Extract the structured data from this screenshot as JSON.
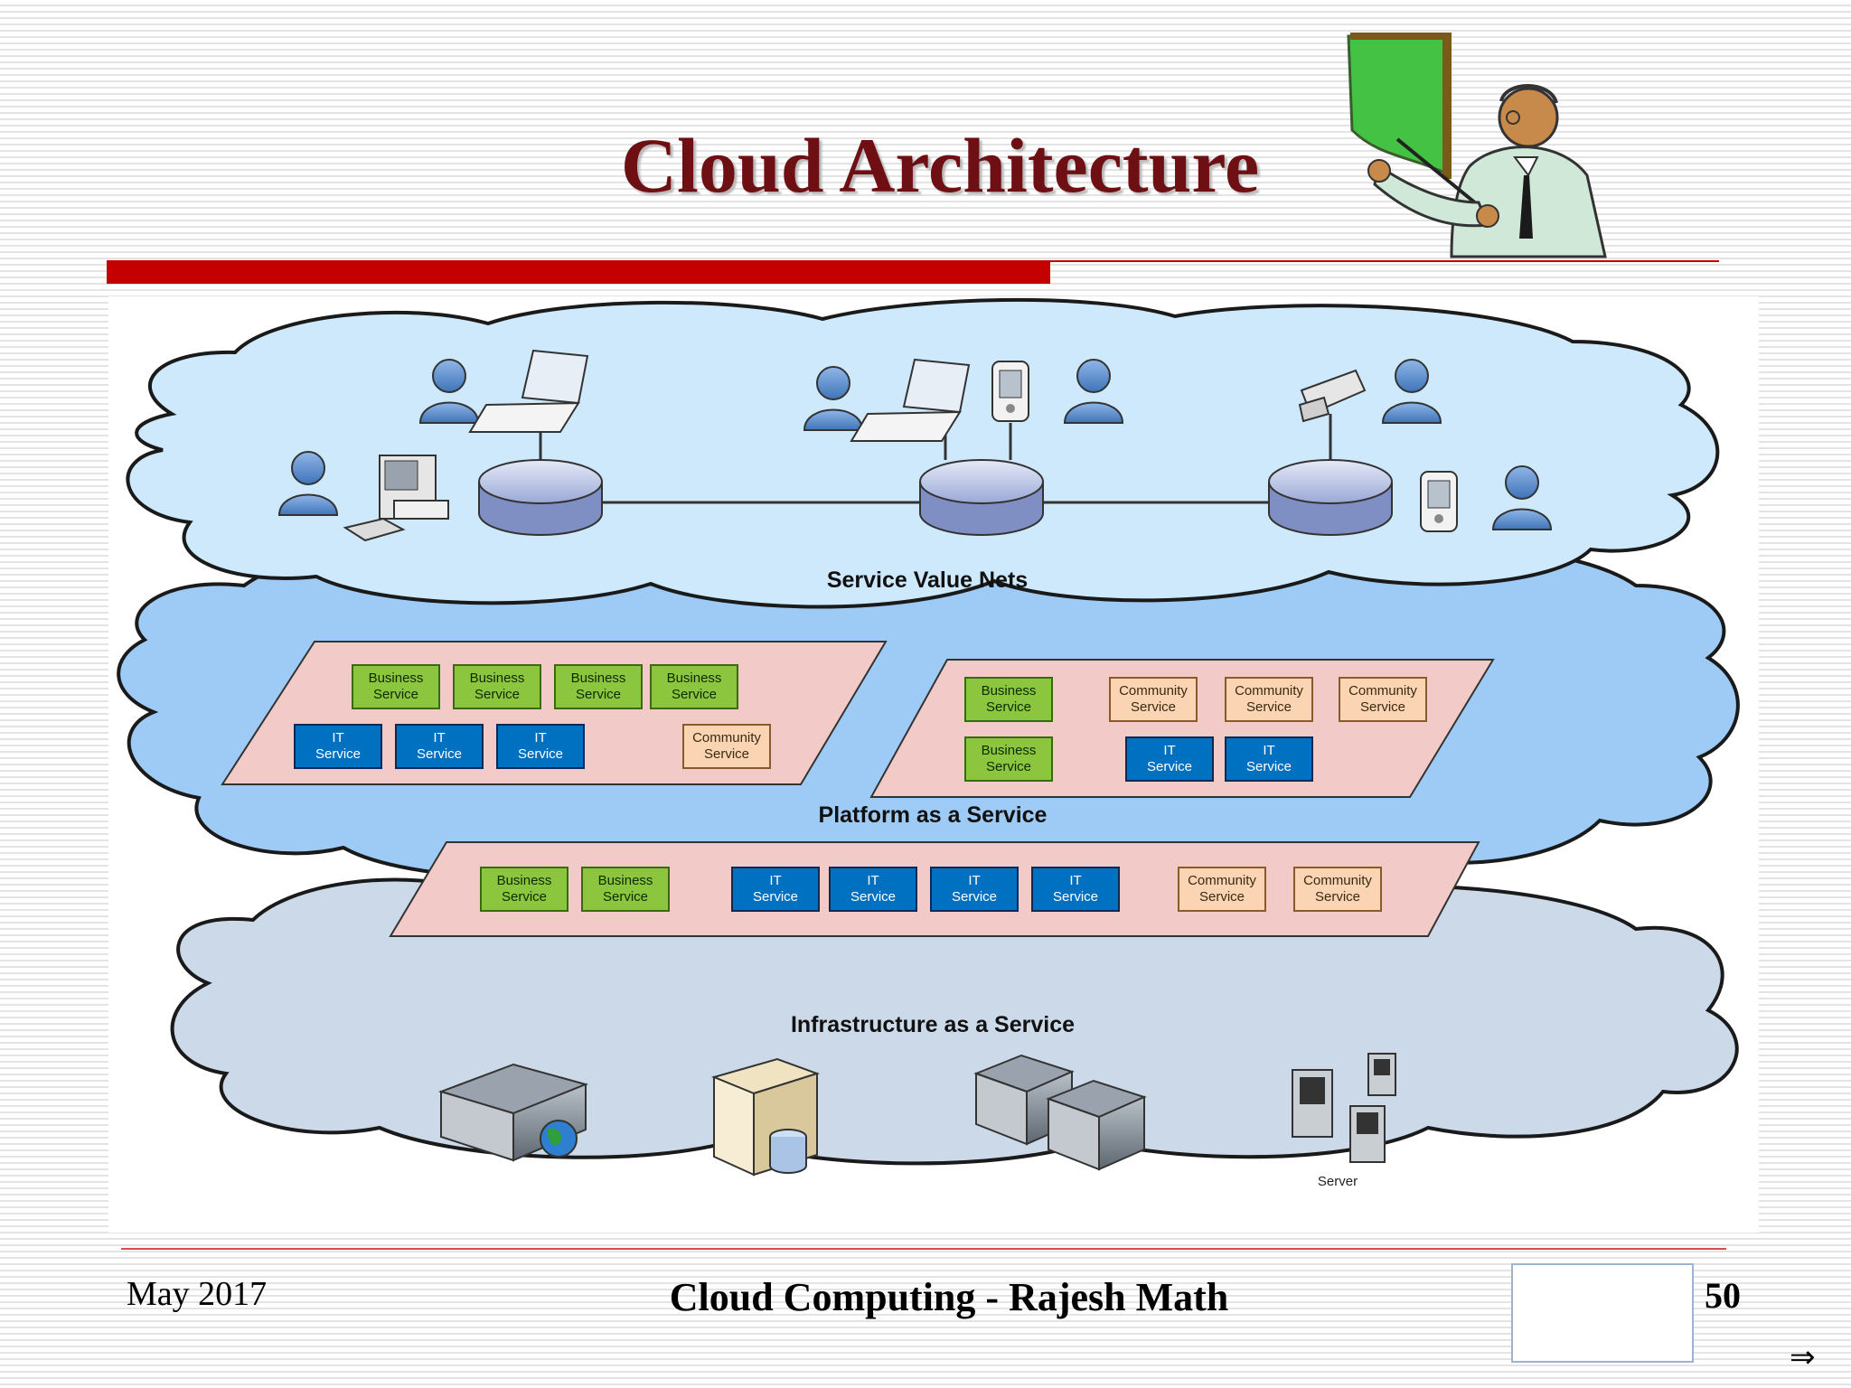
{
  "slide": {
    "title": "Cloud Architecture",
    "footer_date": "May 2017",
    "footer_title": "Cloud Computing - Rajesh Math",
    "page_number": "50",
    "nav_arrow": "⇒"
  },
  "diagram": {
    "layers": {
      "service_value_nets": "Service Value Nets",
      "platform": "Platform as a Service",
      "infrastructure": "Infrastructure as a Service"
    },
    "labels": {
      "business_service": [
        "Business",
        "Service"
      ],
      "it_service": [
        "IT",
        "Service"
      ],
      "community_service": [
        "Community",
        "Service"
      ],
      "server": "Server"
    },
    "colors": {
      "business": "#8cc63f",
      "it": "#0070c0",
      "community": "#fbd4b4",
      "panel": "#f2cbc9",
      "cloud_top": "#cde9fb",
      "cloud_mid": "#9dcbf5",
      "cloud_bottom": "#cbd9e8",
      "title": "#6e0f14",
      "rule": "#c40000"
    }
  }
}
